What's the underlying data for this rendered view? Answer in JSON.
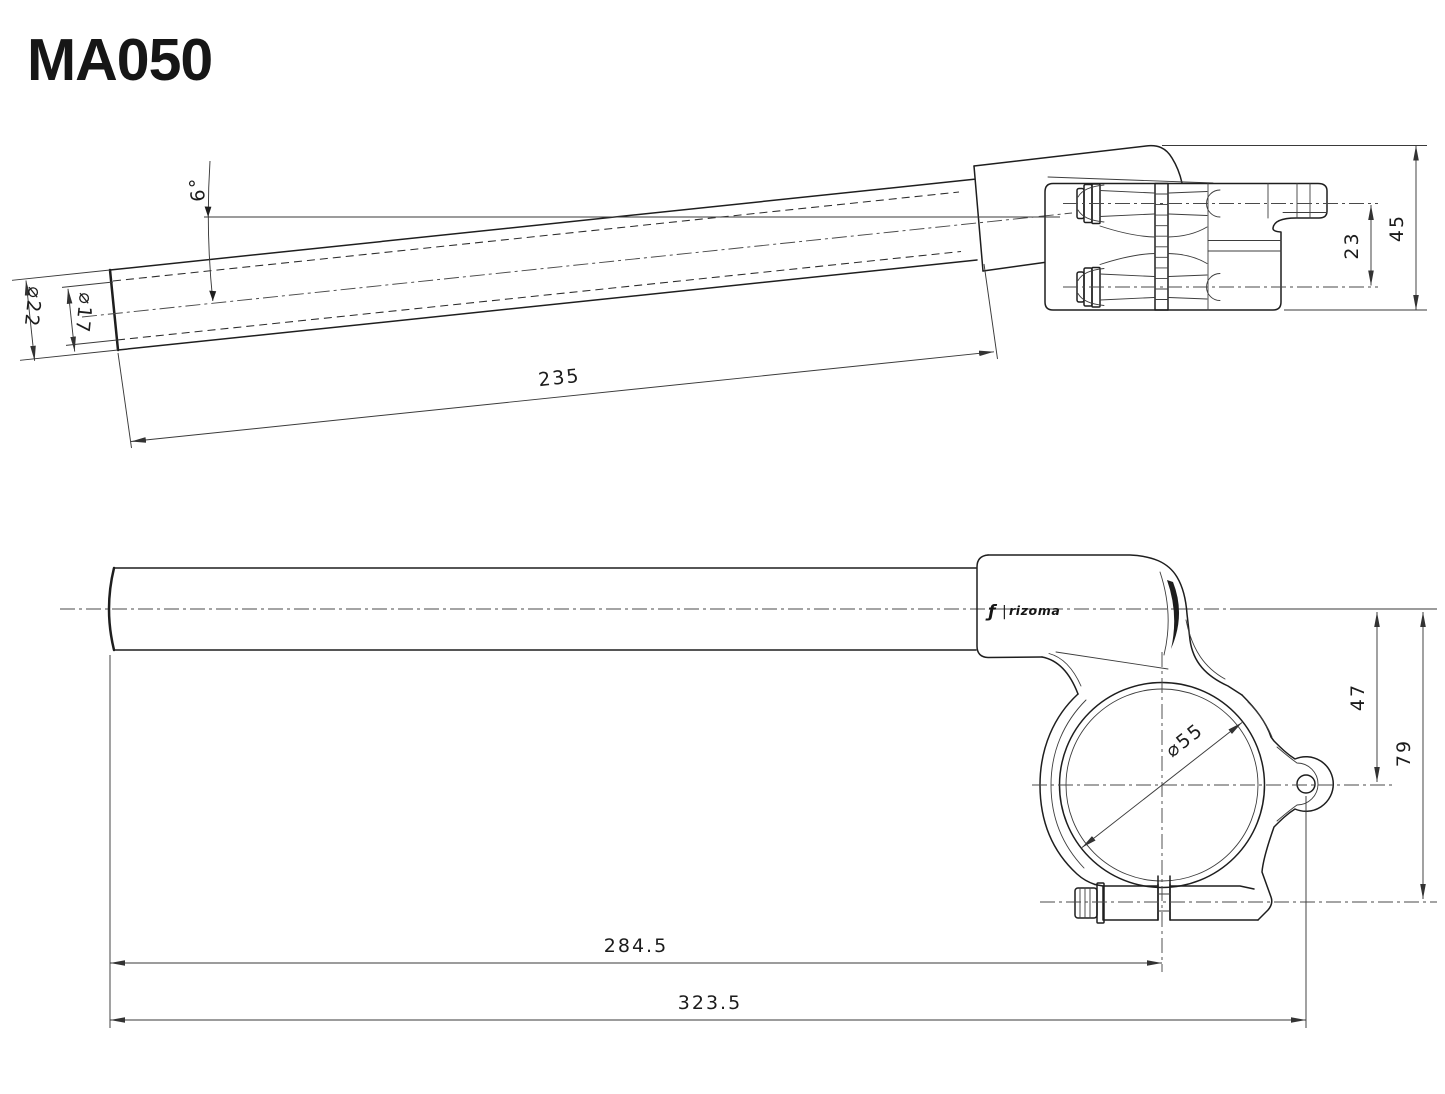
{
  "header": {
    "title": "MA050"
  },
  "top_view": {
    "angle_label": "6°",
    "outer_diameter_label": "⌀22",
    "inner_diameter_label": "⌀17",
    "tube_length_label": "235",
    "bolt_spacing_label": "23",
    "clamp_height_label": "45"
  },
  "side_view": {
    "logo_mark": "ƒ",
    "logo_sep": "|",
    "logo_name": "rizoma",
    "bore_diameter_label": "⌀55",
    "axis_offset_label": "47",
    "overall_drop_label": "79",
    "length_to_axis_label": "284.5",
    "overall_length_label": "323.5"
  },
  "colors": {
    "line": "#1e1e1e",
    "background": "#ffffff"
  }
}
